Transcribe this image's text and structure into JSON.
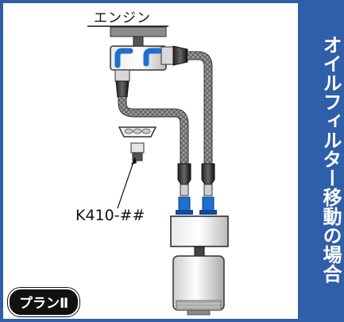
{
  "diagram": {
    "engine_label": "エンジン",
    "part_label": "K410-##",
    "plan_badge": "プランⅡ",
    "side_title": "オイルフィルター移動の場合"
  },
  "colors": {
    "frame_blue": "#2f5fa8",
    "fitting_blue": "#1f6fd0",
    "hose_grey": "#8a8a8a"
  }
}
